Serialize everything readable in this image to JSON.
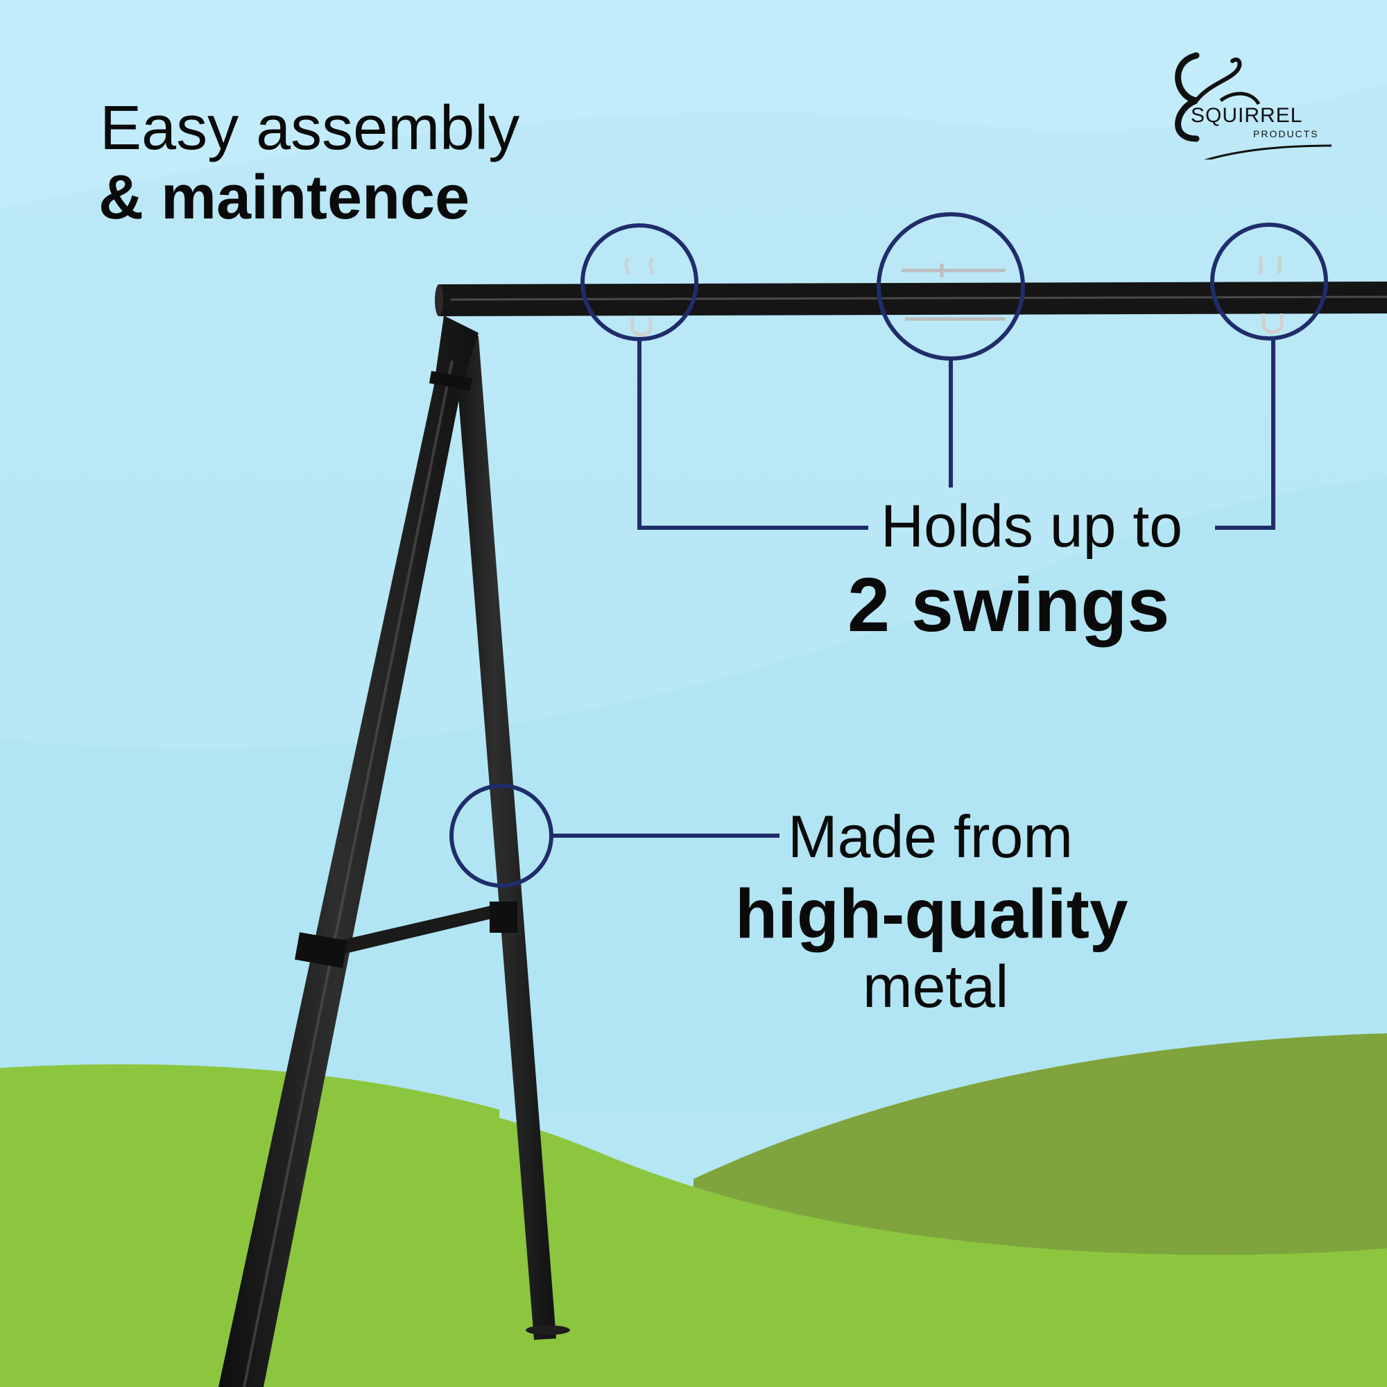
{
  "headline": {
    "line1": "Easy assembly",
    "line2": "& maintence"
  },
  "callout_swings": {
    "line1": "Holds up to",
    "line2": "2 swings"
  },
  "callout_metal": {
    "line1": "Made from",
    "line2": "high-quality",
    "line3": "metal"
  },
  "brand": {
    "name": "SQUIRREL",
    "tagline": "PRODUCTS",
    "icon": "squirrel-icon"
  },
  "colors": {
    "sky": "#bfe9f6",
    "grass": "#8cc63f",
    "grass_dark": "#7da33c",
    "frame": "#1c1c1c",
    "callout": "#1f2d6b",
    "text": "#0a0a0a"
  }
}
